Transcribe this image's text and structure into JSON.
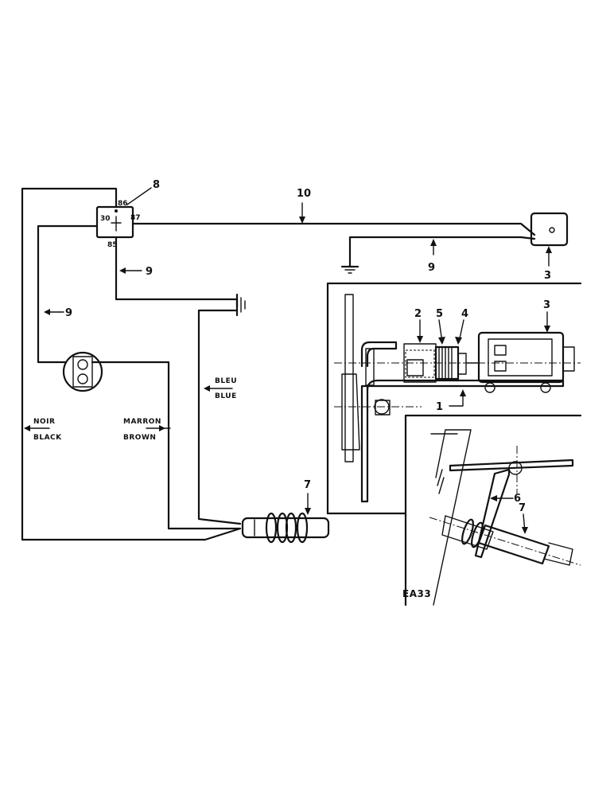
{
  "callouts": {
    "c1": "1",
    "c2": "2",
    "c3": "3",
    "c4": "4",
    "c5": "5",
    "c6": "6",
    "c7": "7",
    "c8": "8",
    "c9": "9",
    "c10": "10"
  },
  "relay_pins": {
    "p86": "86",
    "p87": "87",
    "p30": "30",
    "p85": "85"
  },
  "wires": {
    "bleu": "BLEU",
    "blue": "BLUE",
    "noir": "NOIR",
    "black": "BLACK",
    "marron": "MARRON",
    "brown": "BROWN"
  },
  "reference": "EA33"
}
